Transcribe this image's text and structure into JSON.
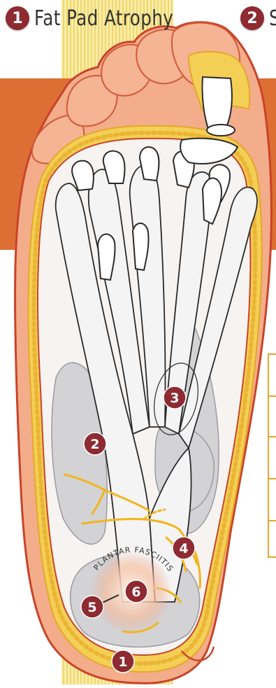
{
  "header": {
    "item1": {
      "number": "1",
      "label": "Fat Pad Atrophy"
    },
    "item2": {
      "number": "2",
      "label": "S"
    }
  },
  "diagram": {
    "curved_label": "PLANTAR FASCIITIS",
    "markers": [
      {
        "id": "1",
        "name": "marker-1"
      },
      {
        "id": "2",
        "name": "marker-2"
      },
      {
        "id": "3",
        "name": "marker-3"
      },
      {
        "id": "4",
        "name": "marker-4"
      },
      {
        "id": "5",
        "name": "marker-5"
      },
      {
        "id": "6",
        "name": "marker-6"
      }
    ]
  },
  "colors": {
    "skin": "#f3ad8a",
    "skin_outline": "#c9432a",
    "band": "#dd6f34",
    "fat_pad": "#f4cf55",
    "fascia": "#f4f4f4",
    "bone": "#d3d3d5",
    "nerve": "#f2b51e",
    "marker": "#8e2a31",
    "stripes": "#f5e289"
  }
}
